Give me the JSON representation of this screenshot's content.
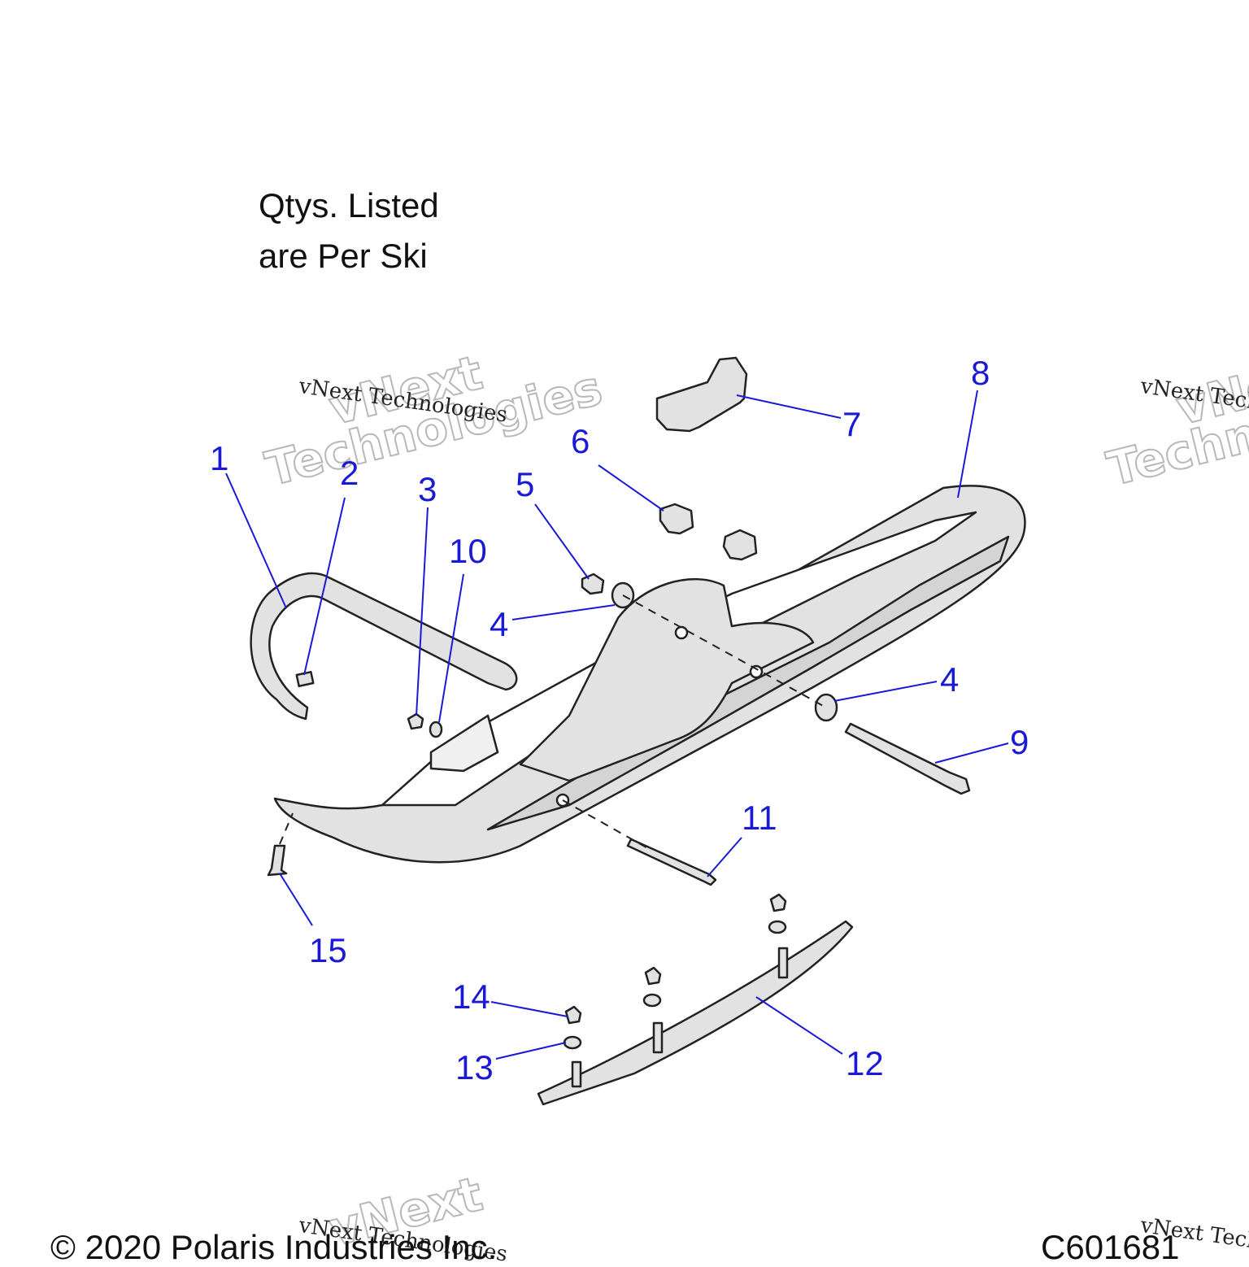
{
  "note": {
    "line1": "Qtys. Listed",
    "line2": "are Per Ski"
  },
  "watermark": {
    "small": "vNext Technologies",
    "big1": "vNext",
    "big2": "Technologies"
  },
  "footer": {
    "copyright": "© 2020 Polaris Industries Inc.",
    "code": "C601681"
  },
  "colors": {
    "callout": "#1a1ad6",
    "part_fill": "#e2e2e2",
    "outline": "#222222"
  },
  "callouts": [
    "1",
    "2",
    "3",
    "4",
    "5",
    "6",
    "7",
    "8",
    "9",
    "10",
    "11",
    "12",
    "13",
    "14",
    "15"
  ],
  "callouts_repeat": {
    "4b": "4"
  }
}
